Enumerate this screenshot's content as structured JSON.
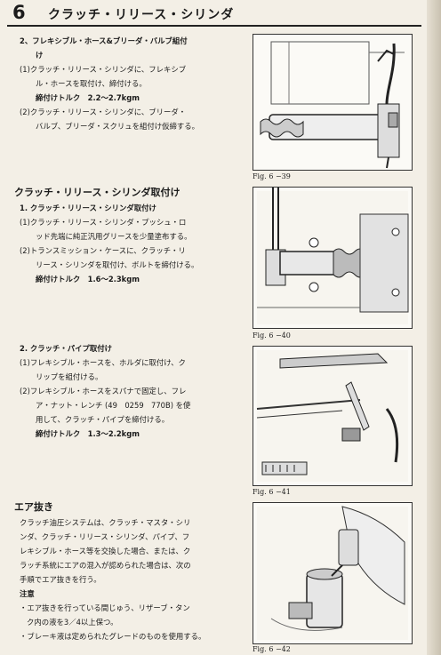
{
  "header": {
    "chapter_number": "6",
    "chapter_title": "クラッチ・リリース・シリンダ"
  },
  "section1": {
    "heading_lines": [
      "2、フレキシブル・ホース&ブリーダ・バルブ組付",
      "け"
    ],
    "lines": [
      "(1)クラッチ・リリース・シリンダに、フレキシブ",
      "ル・ホースを取付け、締付ける。",
      "締付けトルク　2.2〜2.7kgm",
      "(2)クラッチ・リリース・シリンダに、ブリーダ・",
      "バルブ、ブリーダ・スクリュを組付け仮締する。"
    ]
  },
  "section2": {
    "title": "クラッチ・リリース・シリンダ取付け",
    "heading": "1. クラッチ・リリース・シリンダ取付け",
    "lines": [
      "(1)クラッチ・リリース・シリンダ・プッシュ・ロ",
      "ッド先端に純正汎用グリースを少量塗布する。",
      "(2)トランスミッション・ケースに、クラッチ・リ",
      "リース・シリンダを取付け、ボルトを締付ける。",
      "締付けトルク　1.6〜2.3kgm"
    ]
  },
  "section3": {
    "heading": "2. クラッチ・パイプ取付け",
    "lines": [
      "(1)フレキシブル・ホースを、ホルダに取付け、ク",
      "リップを組付ける。",
      "(2)フレキシブル・ホースをスパナで固定し、フレ",
      "ア・ナット・レンチ (49　0259　770B) を使",
      "用して、クラッチ・パイプを締付ける。",
      "締付けトルク　1.3〜2.2kgm"
    ]
  },
  "section4": {
    "title": "エア抜き",
    "lines": [
      "クラッチ油圧システムは、クラッチ・マスタ・シリ",
      "ンダ、クラッチ・リリース・シリンダ、パイプ、フ",
      "レキシブル・ホース等を交換した場合、または、ク",
      "ラッチ系統にエアの混入が認められた場合は、次の",
      "手順でエア抜きを行う。"
    ],
    "note_title": "注意",
    "notes": [
      "・エア抜きを行っている間じゅう、リザーブ・タン",
      "ク内の液を3／4以上保つ。",
      "・ブレーキ液は定められたグレードのものを使用する。"
    ]
  },
  "figures": [
    {
      "label": "Fig. 6 −39"
    },
    {
      "label": "Fig. 6 −40"
    },
    {
      "label": "Fig. 6 −41"
    },
    {
      "label": "Fig. 6 −42"
    }
  ]
}
